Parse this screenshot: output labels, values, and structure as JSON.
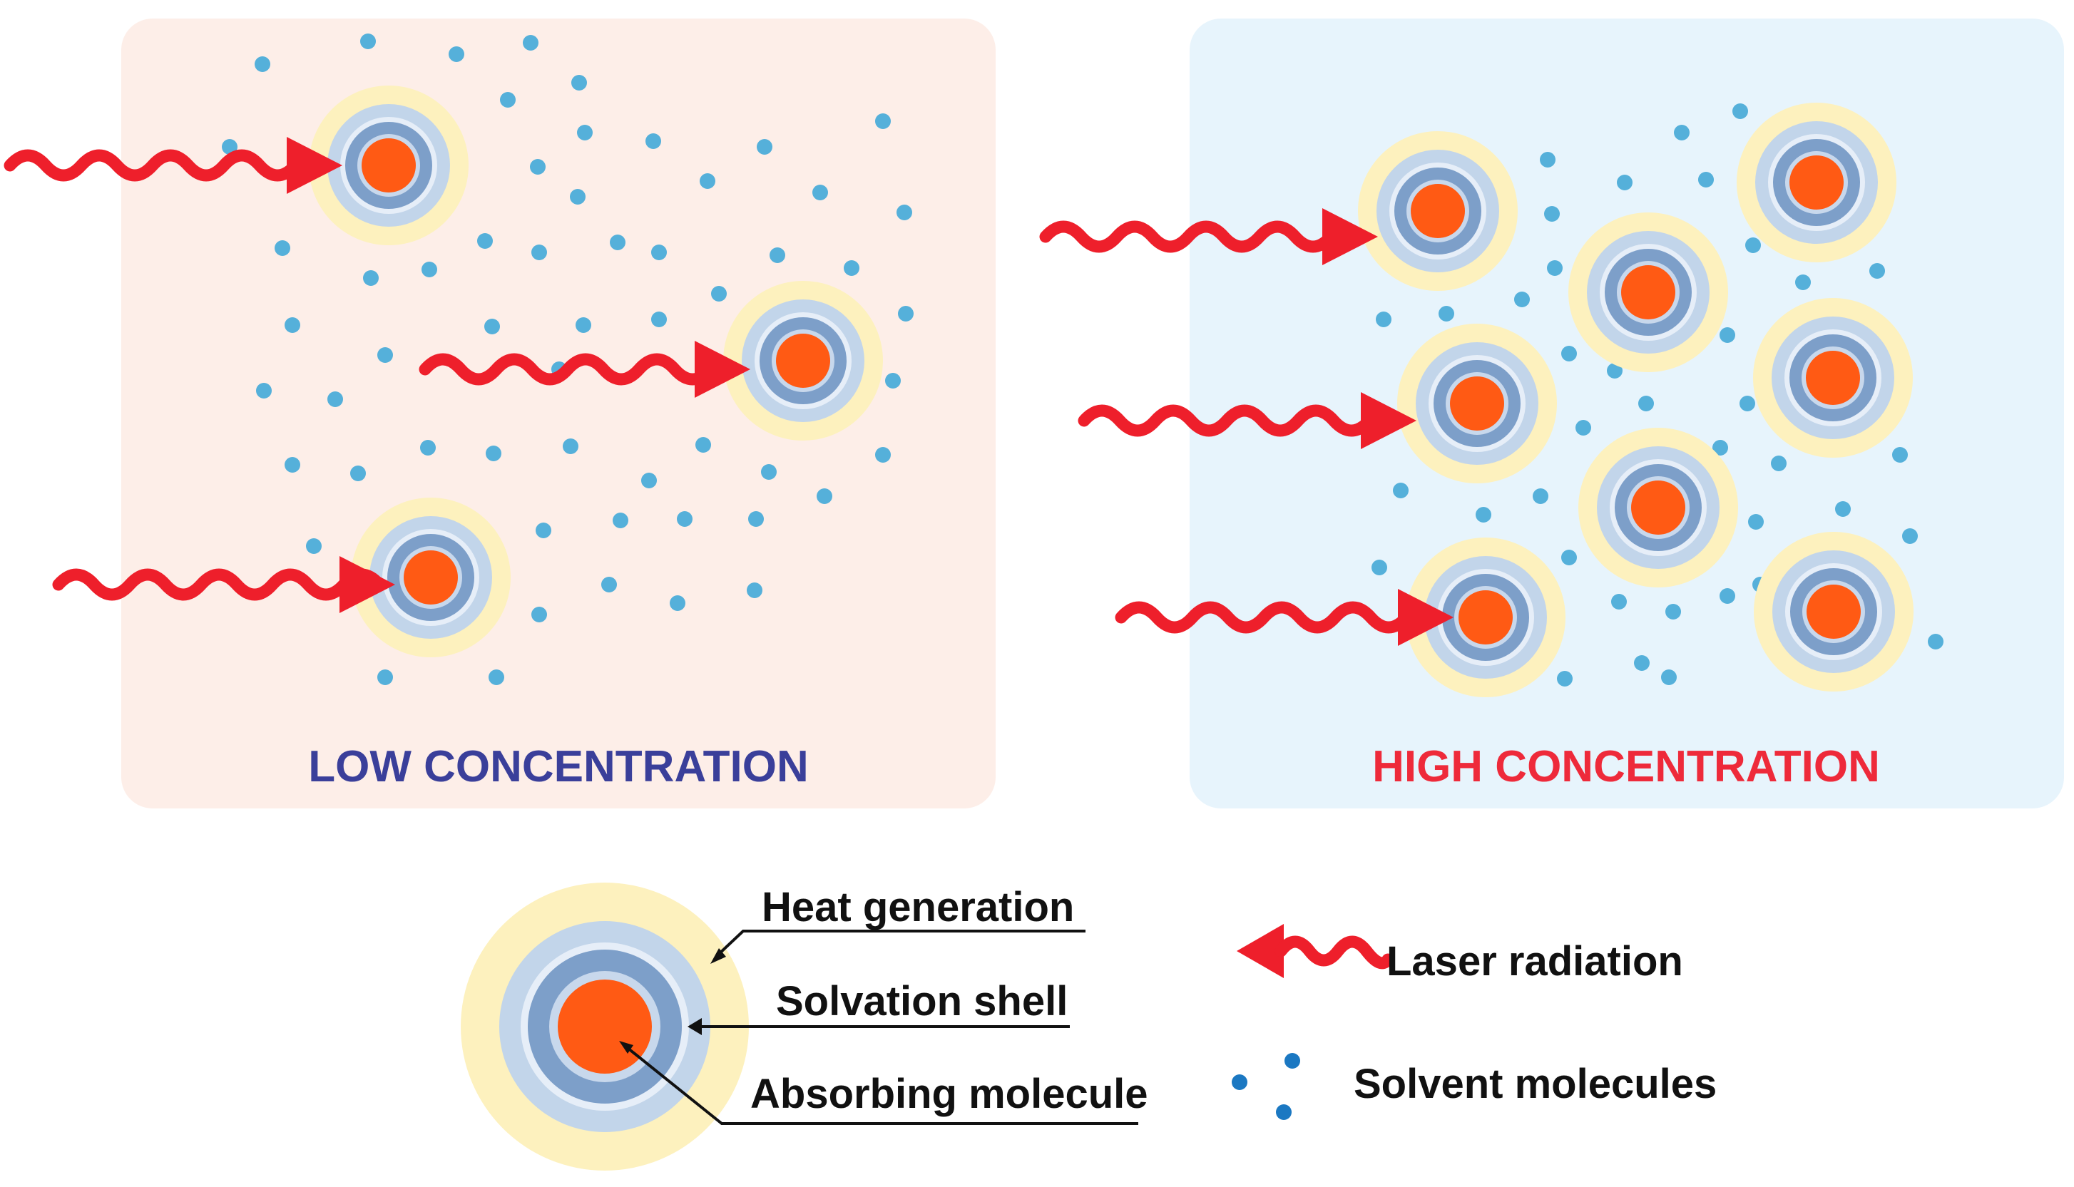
{
  "colors": {
    "low_panel_bg": "#fdeee8",
    "high_panel_bg": "#e7f4fc",
    "low_title": "#3a3f9a",
    "high_title": "#ee2a3a",
    "laser": "#ee1f2b",
    "solvent_dot": "#55b0da",
    "legend_dot": "#1b78c2",
    "heat_zone": "#fdf1be",
    "shell_outer": "#c2d5ea",
    "shell_ring": "#7d9fc9",
    "core": "#ff5a14"
  },
  "panels": {
    "low": {
      "title": "LOW CONCENTRATION"
    },
    "high": {
      "title": "HIGH CONCENTRATION"
    }
  },
  "legend": {
    "heat_generation": "Heat generation",
    "solvation_shell": "Solvation shell",
    "absorbing_molecule": "Absorbing molecule",
    "laser_radiation": "Laser radiation",
    "solvent_molecules": "Solvent molecules"
  },
  "icons": {
    "laser": "wavy-arrow-icon",
    "solvent": "dot-cluster-icon",
    "molecule": "concentric-circle-icon"
  }
}
